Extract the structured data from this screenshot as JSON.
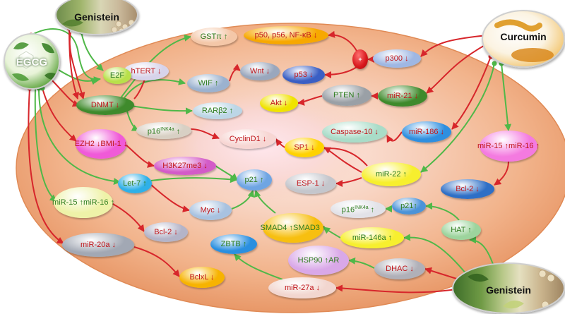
{
  "sources": {
    "egcg": "EGCG",
    "genistein_top": "Genistein",
    "curcumin": "Curcumin",
    "genistein_bottom": "Genistein"
  },
  "nodes": {
    "gstpi": "GSTπ ↑",
    "htert": "hTERT ↓",
    "p50": "p50, p56, NF-κB ↓",
    "e2f": "E2F",
    "p300": "p300 ↓",
    "wif": "WIF ↑",
    "wnt": "Wnt ↓",
    "p53": "p53 ↓",
    "dnmt": "DNMT ↓",
    "rarb2": "RARβ2 ↑",
    "akt": "Akt ↓",
    "pten": "PTEN ↑",
    "mir21": "miR-21 ↓",
    "p16a_base": "p16",
    "p16a_sup": "INK4a",
    "p16a_arrow": " ↑",
    "cyclind1": "CyclinD1 ↓",
    "caspase10": "Caspase-10 ↓",
    "mir186": "miR-186 ↓",
    "ezh2": "EZH2 ↓",
    "bmi1": "BMI-1 ↓",
    "sp1": "SP1 ↓",
    "mir15_right": "miR-15 ↑",
    "mir16_right": "miR-16 ↑",
    "h3k27": "H3K27me3 ↓",
    "p21a": "p21 ↑",
    "let7": "Let-7 ↑",
    "mir22": "miR-22 ↑",
    "esp1": "ESP-1 ↓",
    "bcl2_right": "Bcl-2 ↓",
    "mir15_left": "miR-15 ↑",
    "mir16_left": "miR-16 ↑",
    "myc": "Myc ↓",
    "p21b": "p21↑",
    "p16b_base": "p16",
    "p16b_sup": "INK4a",
    "p16b_arrow": " ↑",
    "smad4": "SMAD4 ↑",
    "smad3": "SMAD3 ↑",
    "bcl2_left": "Bcl-2 ↓",
    "hat": "HAT ↑",
    "mir20a": "miR-20a ↓",
    "mir146a": "miR-146a ↑",
    "zbtb": "ZBTB ↑",
    "hsp90": "HSP90 ↑",
    "ar": "AR",
    "dhac": "DHAC ↓",
    "bclxl": "BclxL ↓",
    "mir27a": "miR-27a ↓"
  }
}
